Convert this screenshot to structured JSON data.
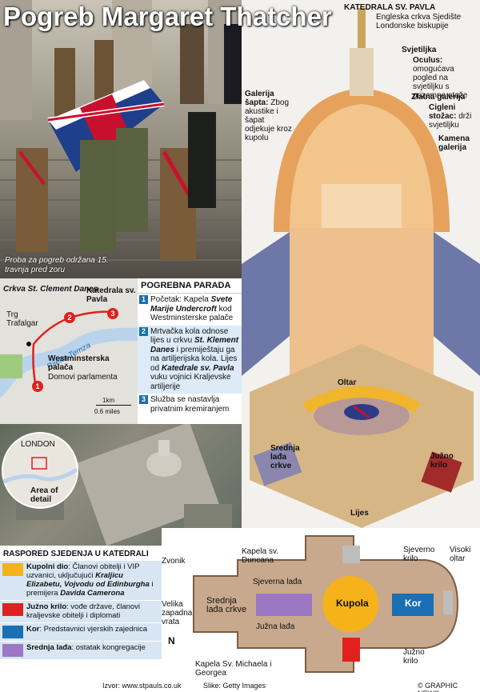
{
  "title": "Pogreb Margaret Thatcher",
  "photo": {
    "caption": "Proba za pogreb održana 15. travnja pred zoru"
  },
  "map": {
    "clement_danes": "Crkva St. Clement Danes",
    "st_pauls": "Katedrala sv. Pavla",
    "trafalgar": "Trg Trafalgar",
    "river": "Rijeka Temza",
    "westminster_title": "Westminsterska palača",
    "westminster_sub": "Domovi parlamenta",
    "scale_km": "1km",
    "scale_miles": "0.6 miles",
    "markers": [
      "1",
      "2",
      "3"
    ],
    "inset_london": "LONDON",
    "inset_area": "Area of detail"
  },
  "parade": {
    "heading": "POGREBNA PARADA",
    "steps": [
      {
        "num": "1",
        "text_a": "Početak: Kapela ",
        "bold": "Svete Marije Undercroft",
        "text_b": " kod Westminsterske palače"
      },
      {
        "num": "2",
        "text_a": "Mrtvačka kola odnose lijes u crkvu ",
        "bold": "St. Klement Danes",
        "text_b": " i premiještaju ga na artiljerijska kola. Lijes od ",
        "bold2": "Katedrale sv. Pavla",
        "text_c": " vuku vojnici Kraljevske artiljerije"
      },
      {
        "num": "3",
        "text_a": "Služba se nastavlja privatnim kremiranjem",
        "bold": "",
        "text_b": ""
      }
    ]
  },
  "cathedral": {
    "heading": "KATEDRALA SV. PAVLA",
    "sub": "Engleska crkva Sjedište Londonske biskupije",
    "labels": {
      "lantern": "Svjetiljka",
      "oculus_title": "Oculus:",
      "oculus_text": "omogućava pogled na svjetiljku s prizemne etaže",
      "golden": "Zlatna galerija",
      "brick_title": "Cigleni stožac:",
      "brick_text": "drži svjetiljku",
      "stone_gallery": "Kamena galerija",
      "whisper_title": "Galerija šapta:",
      "whisper_text": "Zbog akustike i šapat odjekuje kroz kupolu",
      "altar": "Oltar",
      "nave": "Srednja lađa crkve",
      "south": "Južno krilo",
      "coffin": "Lijes"
    }
  },
  "seating": {
    "heading": "RASPORED SJEDENJA U KATEDRALI",
    "rows": [
      {
        "color": "#f5b21a",
        "bold": "Kupolni dio",
        "text": ": Članovi obitelji i VIP uzvanici, uključujući ",
        "italic": "Kraljicu Elizabetu, Vojvodu od Edinburgha",
        "text2": " i premijera ",
        "italic2": "Davida Camerona"
      },
      {
        "color": "#e0211d",
        "bold": "Južno krilo",
        "text": ": vođe države, članovi kraljevske obitelji i diplomati",
        "italic": "",
        "text2": "",
        "italic2": ""
      },
      {
        "color": "#1a6fb5",
        "bold": "Kor",
        "text": ": Predstavnici vjerskih zajednica",
        "italic": "",
        "text2": "",
        "italic2": ""
      },
      {
        "color": "#9b77c4",
        "bold": "Srednja lađa",
        "text": ": ostatak kongregacije",
        "italic": "",
        "text2": "",
        "italic2": ""
      }
    ]
  },
  "plan": {
    "bell": "Zvonik",
    "duncan": "Kapela sv. Duncana",
    "north_wing": "Sjeverno krilo",
    "high_altar": "Visoki oltar",
    "north_nave": "Sjeverna lađa",
    "great_west": "Velika zapadna vrata",
    "nave": "Srednja lađa crkve",
    "dome": "Kupola",
    "choir": "Kor",
    "south_nave": "Južna lađa",
    "michael": "Kapela Sv. Michaela i Georgea",
    "south_wing": "Južno krilo",
    "north_arrow": "N"
  },
  "footer": {
    "source": "Izvor: www.stpauls.co.uk",
    "images": "Slike: Getty Images",
    "credit": "© GRAPHIC NEWS"
  },
  "colors": {
    "dome": "#f5b21a",
    "south": "#e0211d",
    "choir": "#1a6fb5",
    "nave": "#9b77c4",
    "route": "#e0211d",
    "river": "#b9d3ea"
  }
}
